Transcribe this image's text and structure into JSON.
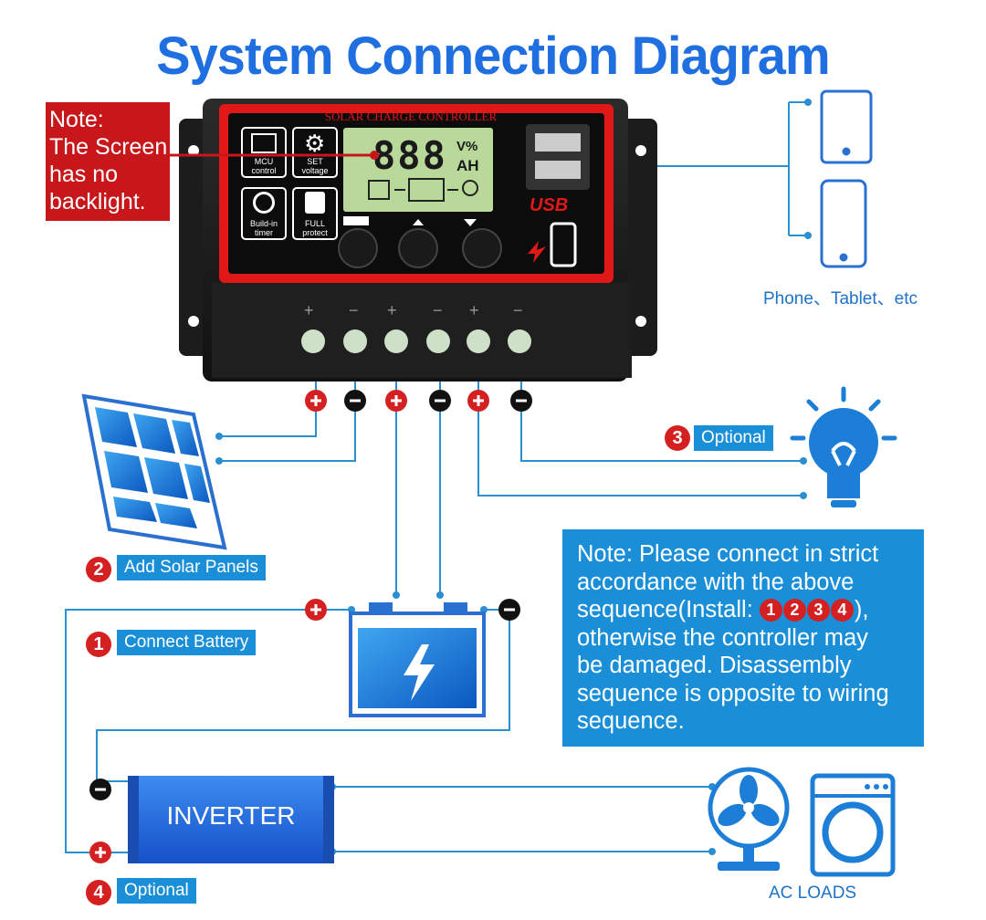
{
  "title": "System Connection Diagram",
  "note_screen": [
    "Note:",
    "The Screen",
    "has no",
    "backlight."
  ],
  "controller": {
    "label": "SOLAR CHARGE CONTROLLER",
    "lcd_digits": "888",
    "lcd_unit_top": "V%",
    "lcd_unit_bottom": "AH",
    "usb_label": "USB",
    "buttons": [
      {
        "top": "MCU",
        "bottom": "control",
        "icon": "chip-icon"
      },
      {
        "top": "SET",
        "bottom": "voltage",
        "icon": "gear-icon"
      },
      {
        "top": "Build-in",
        "bottom": "timer",
        "icon": "clock-icon"
      },
      {
        "top": "FULL",
        "bottom": "protect",
        "icon": "lock-icon"
      }
    ],
    "terminal_signs": [
      "+",
      "−",
      "+",
      "−",
      "+",
      "−"
    ]
  },
  "phone_label": "Phone、Tablet、etc",
  "steps": [
    {
      "num": "1",
      "label": "Connect Battery"
    },
    {
      "num": "2",
      "label": "Add Solar Panels"
    },
    {
      "num": "3",
      "label": "Optional"
    },
    {
      "num": "4",
      "label": "Optional"
    }
  ],
  "note_sequence": {
    "line1": "Note: Please connect in strict",
    "line2": "accordance with the above",
    "line3_prefix": "sequence(Install: ",
    "line3_nums": [
      "1",
      "2",
      "3",
      "4"
    ],
    "line3_suffix": "),",
    "line4": "otherwise the controller may",
    "line5": "be damaged. Disassembly",
    "line6": "sequence is opposite to wiring",
    "line7": "sequence."
  },
  "inverter_label": "INVERTER",
  "ac_loads_label": "AC LOADS",
  "colors": {
    "title_blue": "#1f6fe0",
    "wire_blue": "#2a8fd0",
    "accent_red": "#d42020",
    "tag_blue": "#1a8fd8",
    "controller_body": "#222222"
  }
}
